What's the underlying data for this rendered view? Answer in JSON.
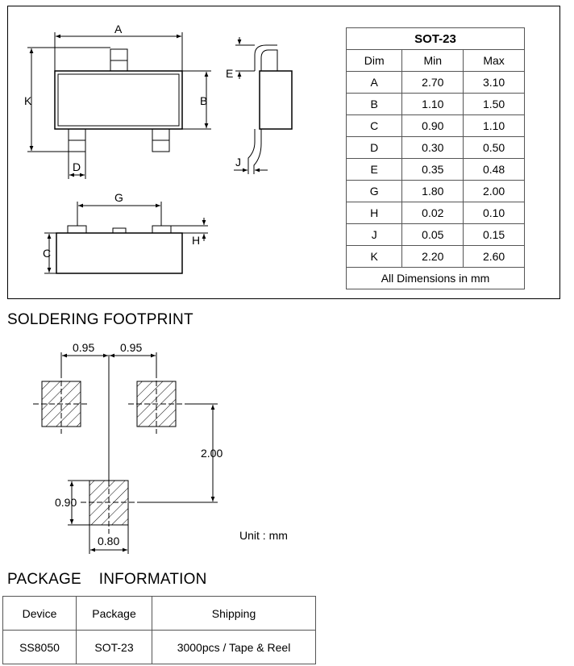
{
  "outline_drawing": {
    "labels": {
      "a": "A",
      "b": "B",
      "k": "K",
      "d": "D",
      "e": "E",
      "j": "J",
      "g": "G",
      "c": "C",
      "h": "H"
    }
  },
  "dimensions_table": {
    "title": "SOT-23",
    "headers": [
      "Dim",
      "Min",
      "Max"
    ],
    "rows": [
      {
        "dim": "A",
        "min": "2.70",
        "max": "3.10"
      },
      {
        "dim": "B",
        "min": "1.10",
        "max": "1.50"
      },
      {
        "dim": "C",
        "min": "0.90",
        "max": "1.10"
      },
      {
        "dim": "D",
        "min": "0.30",
        "max": "0.50"
      },
      {
        "dim": "E",
        "min": "0.35",
        "max": "0.48"
      },
      {
        "dim": "G",
        "min": "1.80",
        "max": "2.00"
      },
      {
        "dim": "H",
        "min": "0.02",
        "max": "0.10"
      },
      {
        "dim": "J",
        "min": "0.05",
        "max": "0.15"
      },
      {
        "dim": "K",
        "min": "2.20",
        "max": "2.60"
      }
    ],
    "footer": "All Dimensions in mm"
  },
  "soldering_footprint": {
    "title": "SOLDERING FOOTPRINT",
    "dim_left_pitch": "0.95",
    "dim_right_pitch": "0.95",
    "dim_vertical": "2.00",
    "dim_pad_height": "0.90",
    "dim_pad_width": "0.80",
    "unit": "Unit : mm"
  },
  "package_information": {
    "title": "PACKAGE    INFORMATION",
    "headers": [
      "Device",
      "Package",
      "Shipping"
    ],
    "row": [
      "SS8050",
      "SOT-23",
      "3000pcs / Tape & Reel"
    ]
  }
}
